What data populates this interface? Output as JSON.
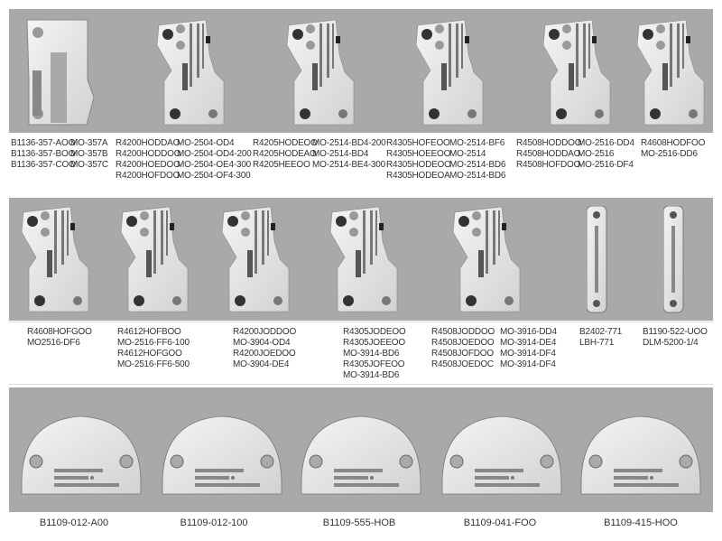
{
  "row1": [
    {
      "codes": [
        "B1136-357-AOO",
        "B1136-357-BOO",
        "B1136-357-COO"
      ],
      "models": [
        "MO-357A",
        "MO-357B",
        "MO-357C"
      ]
    },
    {
      "codes": [
        "R4200HODDAO",
        "R4200HODDOO",
        "R4200HOEDOO",
        "R4200HOFDOO"
      ],
      "models": [
        "MO-2504-OD4",
        "MO-2504-OD4-200",
        "MO-2504-OE4-300",
        "MO-2504-OF4-300"
      ]
    },
    {
      "codes": [
        "R4205HODEOO",
        "R4205HODEAO",
        "R4205HEEOO"
      ],
      "models": [
        "MO-2514-BD4-200",
        "MO-2514-BD4",
        "MO-2514-BE4-300"
      ]
    },
    {
      "codes": [
        "R4305HOFEOO",
        "R4305HOEEOO",
        "R4305HODEOO",
        "R4305HODEOA"
      ],
      "models": [
        "MO-2514-BF6",
        "MO-2514",
        "MO-2514-BD6",
        "MO-2514-BD6"
      ]
    },
    {
      "codes": [
        "R4508HODDOO",
        "R4508HODDAO",
        "R4508HOFDOO"
      ],
      "models": [
        "MO-2516-DD4",
        "MO-2516",
        "MO-2516-DF4"
      ]
    },
    {
      "codes": [
        "R4608HODFOO",
        "MO-2516-DD6"
      ],
      "models": []
    }
  ],
  "row2": [
    {
      "codes": [
        "R4608HOFGOO",
        "MO2516-DF6"
      ],
      "models": []
    },
    {
      "codes": [
        "R4612HOFBOO",
        "MO-2516-FF6-100",
        "R4612HOFGOO",
        "MO-2516-FF6-500"
      ],
      "models": []
    },
    {
      "codes": [
        "R4200JODDOO",
        "MO-3904-OD4",
        "R4200JOEDOO",
        "MO-3904-DE4"
      ],
      "models": []
    },
    {
      "codes": [
        "R4305JODEOO",
        "R4305JOEEOO",
        "MO-3914-BD6",
        "R4305JOFEOO",
        "MO-3914-BD6"
      ],
      "models": []
    },
    {
      "codes": [
        "R4508JODDOO",
        "R4508JOEDOO",
        "R4508JOFDOO",
        "R4508JOEDOC"
      ],
      "models": [
        "MO-3916-DD4",
        "MO-3914-DE4",
        "MO-3914-DF4",
        "MO-3914-DF4"
      ]
    },
    {
      "codes": [
        "B2402-771",
        "LBH-771"
      ],
      "models": []
    },
    {
      "codes": [
        "B1190-522-UOO",
        "DLM-5200-1/4"
      ],
      "models": []
    }
  ],
  "row3": [
    "B1109-012-A00",
    "B1109-012-100",
    "B1109-555-HOB",
    "B1109-041-FOO",
    "B1109-415-HOO"
  ]
}
